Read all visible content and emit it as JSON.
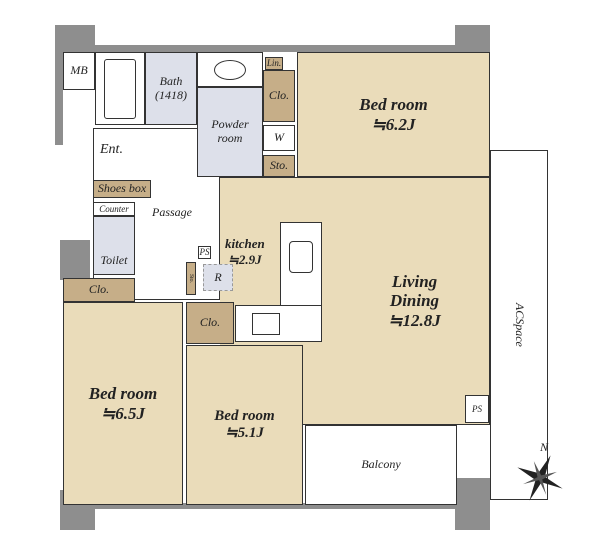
{
  "rooms": {
    "mb": "MB",
    "bath": "Bath",
    "bath_size": "(1418)",
    "powder": "Powder",
    "powder2": "room",
    "lin": "Lin.",
    "clo_top": "Clo.",
    "w": "W",
    "sto_top": "Sto.",
    "bed1": "Bed room",
    "bed1_size": "≒6.2J",
    "ent": "Ent.",
    "shoes": "Shoes box",
    "passage": "Passage",
    "counter": "Counter",
    "toilet": "Toilet",
    "clo_left": "Clo.",
    "ps1": "PS",
    "sto_small": "Sto.",
    "r": "R",
    "kitchen": "kitchen",
    "kitchen_size": "≒2.9J",
    "clo_kitchen": "Clo.",
    "living": "Living",
    "dining": "Dining",
    "living_size": "≒12.8J",
    "ps2": "PS",
    "bed2": "Bed room",
    "bed2_size": "≒6.5J",
    "bed3": "Bed room",
    "bed3_size": "≒5.1J",
    "balcony": "Balcony",
    "ac": "ACSpace",
    "north": "N"
  },
  "colors": {
    "room": "#eadcba",
    "closet": "#c6ae88",
    "wet": "#dde0ea",
    "wall": "#8e8e8e"
  }
}
